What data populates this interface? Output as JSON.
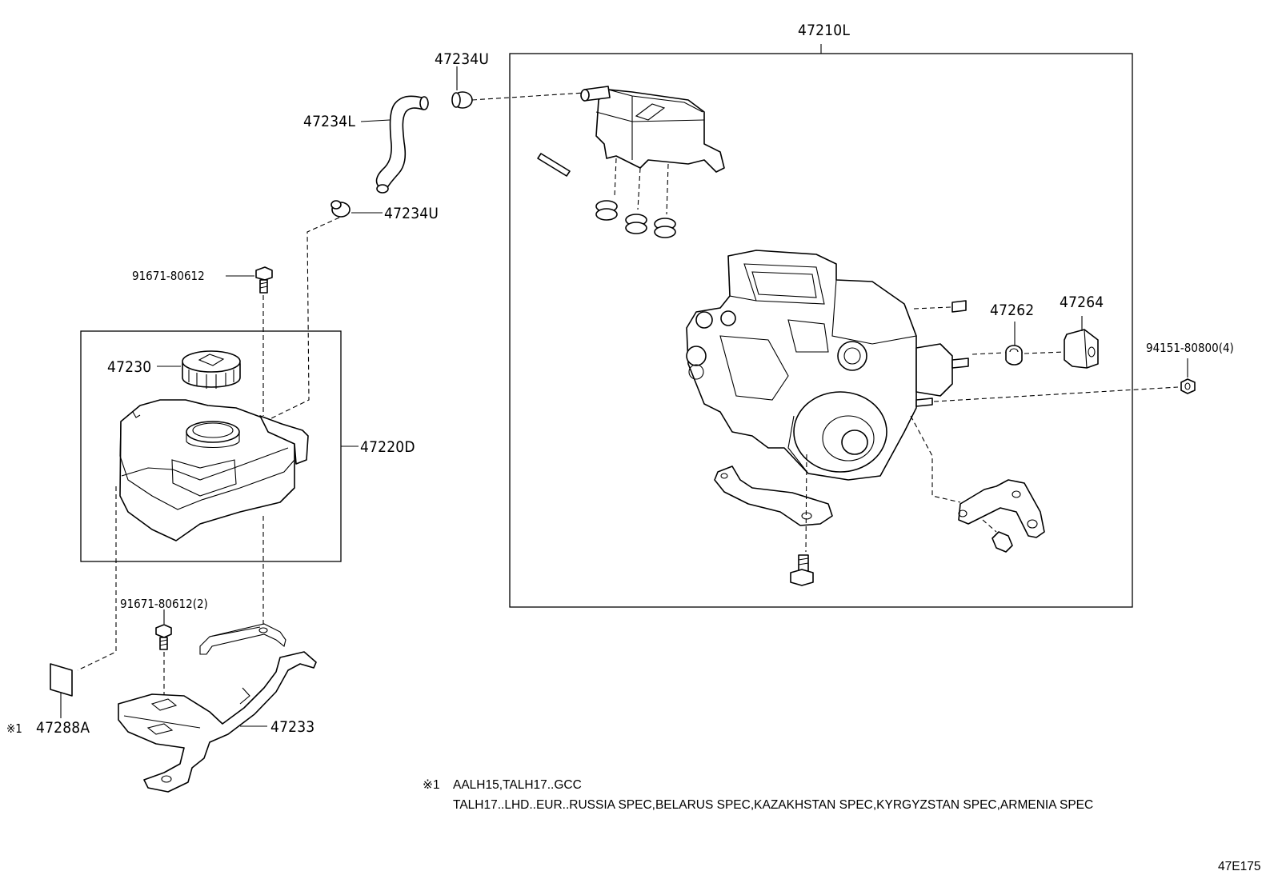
{
  "labels": {
    "assembly": "47210L",
    "hose_clamp_top": "47234U",
    "hose": "47234L",
    "hose_clamp_bottom": "47234U",
    "bolt_top": "91671-80612",
    "reservoir_cap": "47230",
    "reservoir_subassy": "47220D",
    "bolt_bracket": "91671-80612(2)",
    "plate_mark": "※1",
    "plate": "47288A",
    "bracket": "47233",
    "grommet_nut": "47262",
    "insulator": "47264",
    "nut": "94151-80800(4)"
  },
  "note": {
    "mark": "※1",
    "line1": "AALH15,TALH17..GCC",
    "line2": "TALH17..LHD..EUR..RUSSIA SPEC,BELARUS SPEC,KAZAKHSTAN SPEC,KYRGYZSTAN SPEC,ARMENIA SPEC"
  },
  "figure_code": "47E175"
}
